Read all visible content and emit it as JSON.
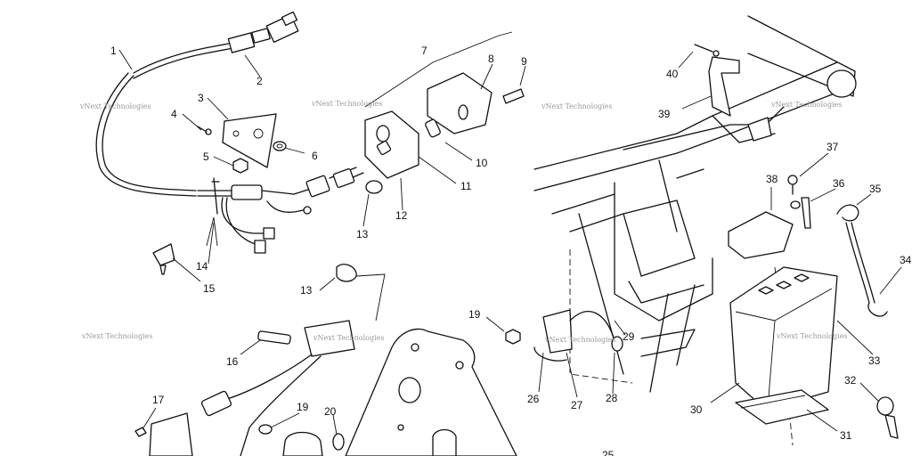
{
  "diagram": {
    "callouts": [
      "1",
      "2",
      "3",
      "4",
      "5",
      "6",
      "7",
      "8",
      "9",
      "10",
      "11",
      "12",
      "13",
      "14",
      "15",
      "13",
      "16",
      "17",
      "19",
      "20",
      "19",
      "26",
      "27",
      "28",
      "29",
      "25",
      "30",
      "31",
      "32",
      "33",
      "34",
      "35",
      "36",
      "37",
      "38",
      "39",
      "40"
    ],
    "watermark": "vNext Technologies"
  }
}
